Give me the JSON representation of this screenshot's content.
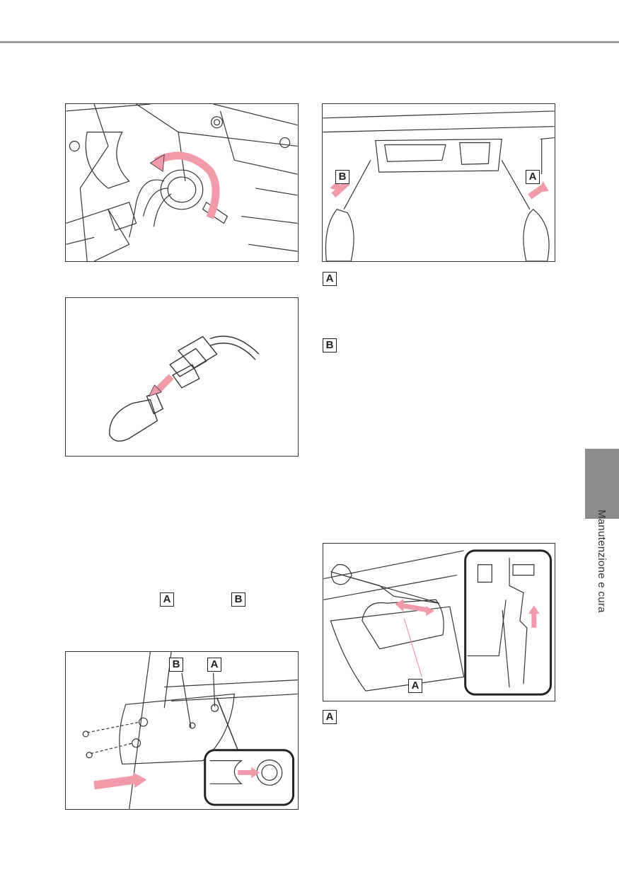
{
  "labels": {
    "a": "A",
    "b": "B"
  },
  "side_tab": {
    "text": "Manutenzione e cura"
  },
  "colors": {
    "arrow_pink": "#f19aa9",
    "line": "#333333",
    "tab_gray": "#8c8c8c",
    "rule_gray": "#9a9a9a"
  },
  "figures": [
    {
      "name": "socket-twist-illustration"
    },
    {
      "name": "bulb-removal-illustration"
    },
    {
      "name": "lamp-cover-screwdriver-illustration"
    },
    {
      "name": "lens-tab-screwdriver-illustration"
    },
    {
      "name": "rear-lamp-assembly-illustration"
    }
  ]
}
